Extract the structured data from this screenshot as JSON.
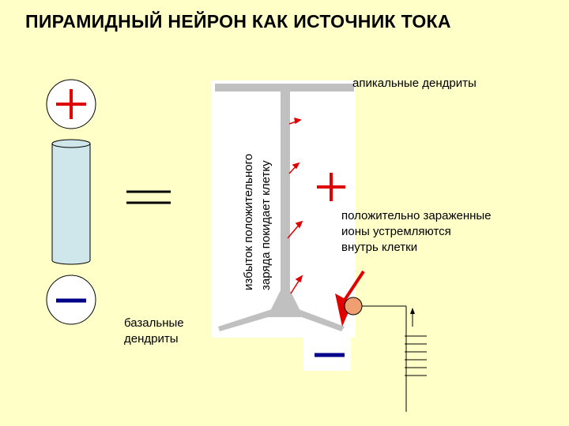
{
  "title": "ПИРАМИДНЫЙ НЕЙРОН КАК ИСТОЧНИК ТОКА",
  "labels": {
    "apical": "апикальные дендриты",
    "basal_line1": "базальные",
    "basal_line2": "дендриты",
    "rotated_line1": "избыток положительного",
    "rotated_line2": "заряда покидает клетку",
    "ions_line1": "положительно зараженные",
    "ions_line2": "ионы устремляются",
    "ions_line3": "внутрь клетки"
  },
  "symbols": {
    "plus": "+",
    "minus": "−",
    "equals": "="
  },
  "colors": {
    "background": "#ffffc8",
    "neuron": "#c0c0c0",
    "cylinder": "#cfe6ea",
    "accent_red": "#e00000",
    "electrode": "#f0a070"
  }
}
